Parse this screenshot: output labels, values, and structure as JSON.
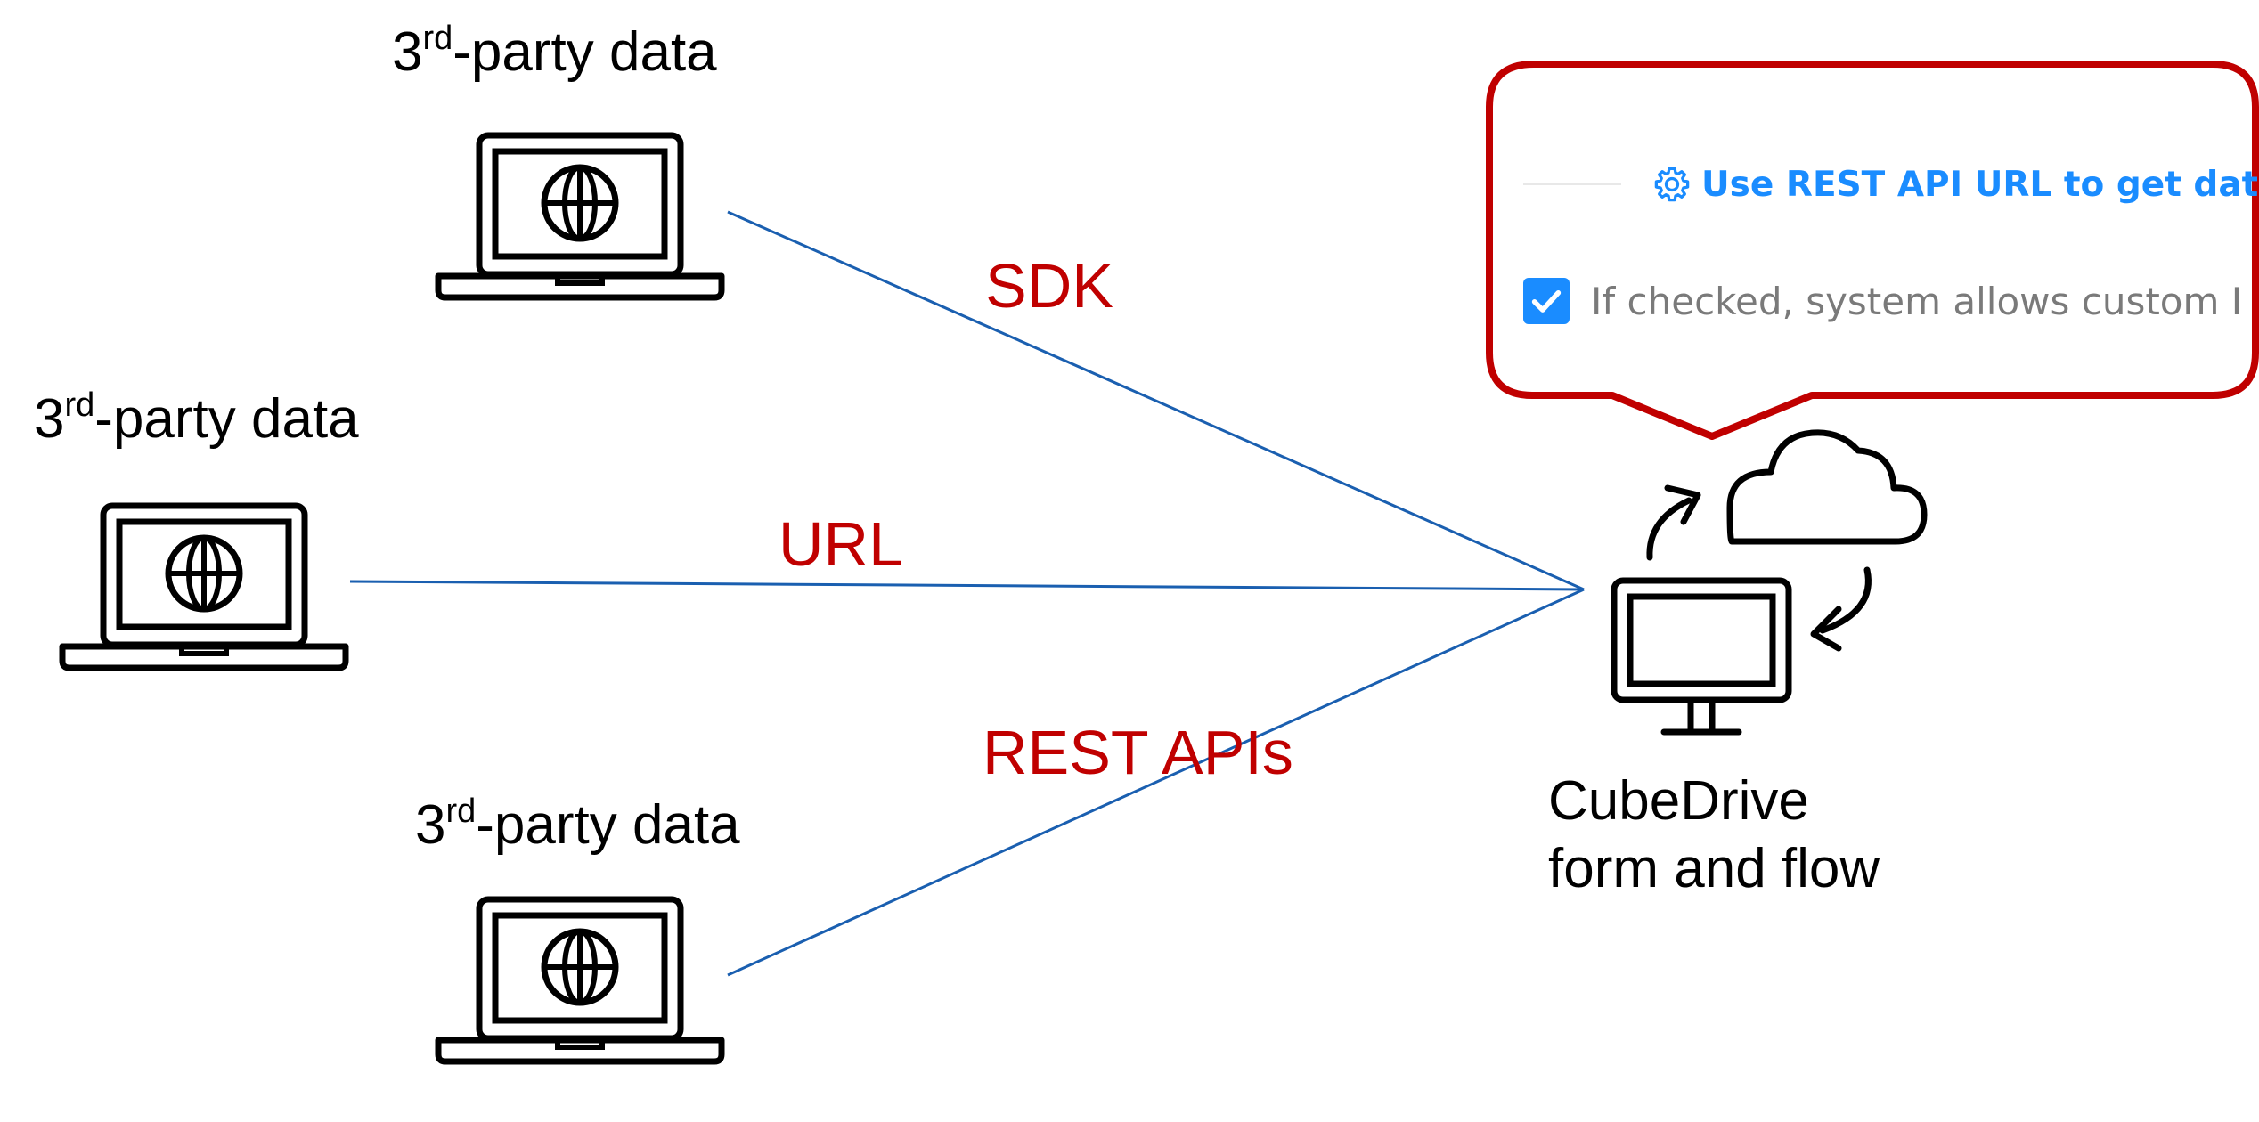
{
  "sources": [
    {
      "label_main": "3",
      "label_sup": "rd",
      "label_rest": "-party data"
    },
    {
      "label_main": "3",
      "label_sup": "rd",
      "label_rest": "-party data"
    },
    {
      "label_main": "3",
      "label_sup": "rd",
      "label_rest": "-party data"
    }
  ],
  "connections": [
    {
      "label": "SDK"
    },
    {
      "label": "URL"
    },
    {
      "label": "REST APIs"
    }
  ],
  "target": {
    "line1": "CubeDrive",
    "line2": "form and flow"
  },
  "callout": {
    "link_label": "Use REST API URL to get data",
    "checkbox_checked": true,
    "checkbox_text": "If checked, system allows custom I"
  },
  "icons": {
    "source_device": "laptop-globe-icon",
    "target_device": "monitor-cloud-sync-icon",
    "settings": "gear-icon",
    "check": "checkmark-icon"
  },
  "colors": {
    "connector_line": "#1a5fb0",
    "connection_label": "#c00000",
    "callout_border": "#c00000",
    "link": "#1a8cff",
    "checkbox": "#1a8cff"
  }
}
